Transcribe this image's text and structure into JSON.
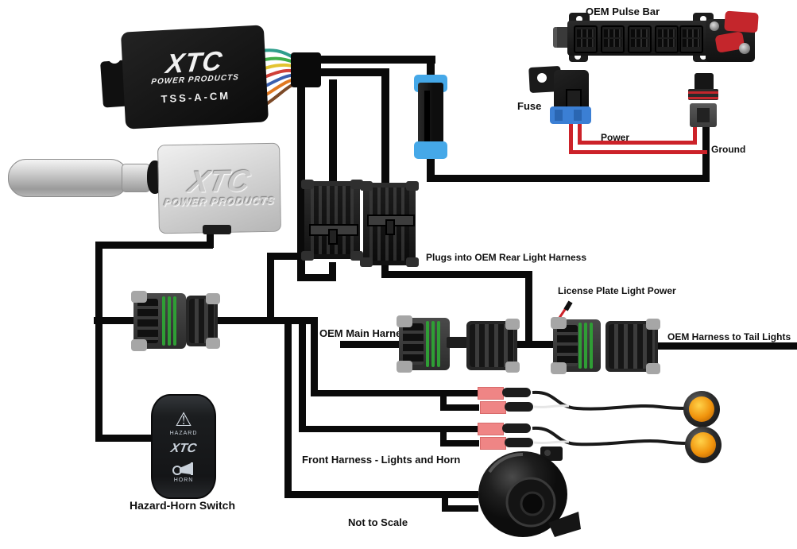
{
  "diagram": {
    "module": {
      "brand": "XTC",
      "brand_sub": "POWER PRODUCTS",
      "model": "TSS-A-CM"
    },
    "lever": {
      "brand": "XTC",
      "brand_sub": "POWER PRODUCTS"
    },
    "switch": {
      "hazard_label": "HAZARD",
      "brand": "XTC",
      "horn_label": "HORN",
      "hazard_icon": "⚠",
      "caption": "Hazard-Horn Switch"
    },
    "labels": {
      "pulse_bar": "OEM Pulse Bar",
      "fuse": "Fuse",
      "power": "Power",
      "ground": "Ground",
      "rear_harness": "Plugs into OEM Rear Light Harness",
      "license": "License Plate Light Power",
      "main_harness": "OEM Main Harness",
      "tail_lights": "OEM Harness to Tail Lights",
      "front_harness": "Front Harness - Lights and Horn",
      "not_to_scale": "Not to Scale"
    },
    "colors": {
      "wire": "#0a0a0a",
      "power_wire": "#cc2229",
      "seal_green": "#2f9e35",
      "inline_blue": "#45a8e8",
      "fuse_blue": "#3b7fd4",
      "light_amber": "#f0930c",
      "heat_shrink_pink": "#ef8585"
    }
  }
}
